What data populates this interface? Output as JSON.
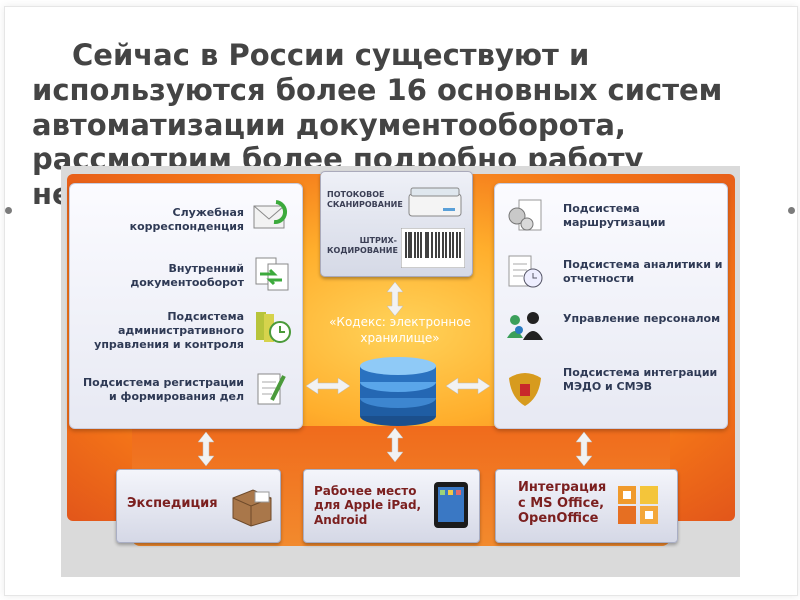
{
  "slide": {
    "title": "Сейчас в России существуют и используются более 16 основных систем автоматизации документооборота, рассмотрим более подробно работу некоторых программ."
  },
  "diagram": {
    "left_items": [
      {
        "label": "Служебная корреспонденция",
        "icon": "envelope-icon"
      },
      {
        "label": "Внутренний документооборот",
        "icon": "document-exchange-icon"
      },
      {
        "label": "Подсистема административного управления и контроля",
        "icon": "folders-clock-icon"
      },
      {
        "label": "Подсистема регистрации и формирования дел",
        "icon": "document-pen-icon"
      }
    ],
    "right_items": [
      {
        "label": "Подсистема маршрутизации",
        "icon": "gears-document-icon"
      },
      {
        "label": "Подсистема аналитики и отчетности",
        "icon": "report-clock-icon"
      },
      {
        "label": "Управление персоналом",
        "icon": "people-icon"
      },
      {
        "label": "Подсистема интеграции МЭДО и СМЭВ",
        "icon": "coat-of-arms-icon"
      }
    ],
    "scanning": {
      "label": "ПОТОКОВОЕ СКАНИРОВАНИЕ",
      "icon": "scanner-icon"
    },
    "barcoding": {
      "label": "ШТРИХ-КОДИРОВАНИЕ",
      "icon": "barcode-icon"
    },
    "center": {
      "label": "«Кодекс: электронное хранилище»",
      "icon": "database-icon"
    },
    "bottom_items": [
      {
        "label": "Экспедиция",
        "icon": "parcel-icon"
      },
      {
        "label": "Рабочее место для Apple iPad, Android",
        "icon": "tablet-icon"
      },
      {
        "label": "Интеграция с MS Office, OpenOffice",
        "icon": "office-logo-icon"
      }
    ],
    "colors": {
      "orange": "#f37318",
      "label_dark": "#2f3a55",
      "bottom_label": "#7b1f1f"
    }
  }
}
